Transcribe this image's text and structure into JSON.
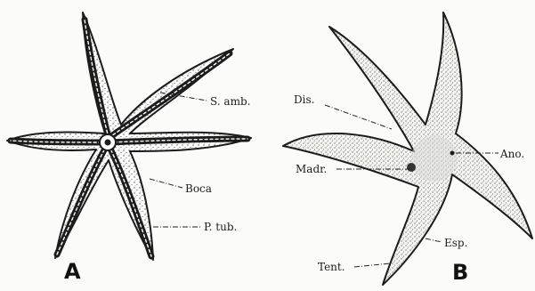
{
  "figure": {
    "panel_a": {
      "letter": "A",
      "labels": {
        "s_amb": "S. amb.",
        "boca": "Boca",
        "p_tub": "P. tub."
      }
    },
    "panel_b": {
      "letter": "B",
      "labels": {
        "dis": "Dis.",
        "madr": "Madr.",
        "ano": "Ano.",
        "esp": "Esp.",
        "tent": "Tent."
      }
    },
    "colors": {
      "ink": "#1c1c1c",
      "paper": "#fbfbf9",
      "stipple": "#555555"
    }
  }
}
